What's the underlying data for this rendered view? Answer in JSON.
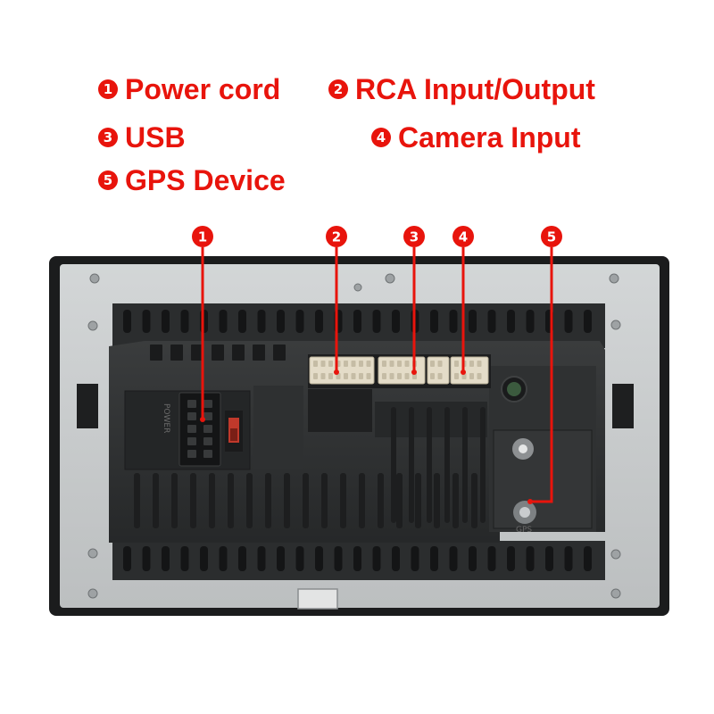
{
  "legend": [
    {
      "number": "1",
      "label": "Power cord"
    },
    {
      "number": "2",
      "label": "RCA Input/Output"
    },
    {
      "number": "3",
      "label": "USB"
    },
    {
      "number": "4",
      "label": "Camera Input"
    },
    {
      "number": "5",
      "label": "GPS Device"
    }
  ],
  "markers": [
    "1",
    "2",
    "3",
    "4",
    "5"
  ],
  "device_labels": {
    "power_port": "POWER",
    "gps_port": "GPS"
  },
  "colors": {
    "accent": "#e8140c",
    "frame": "#c9cccd",
    "housing": "#2d2f30",
    "connector": "#e4dcc8"
  }
}
